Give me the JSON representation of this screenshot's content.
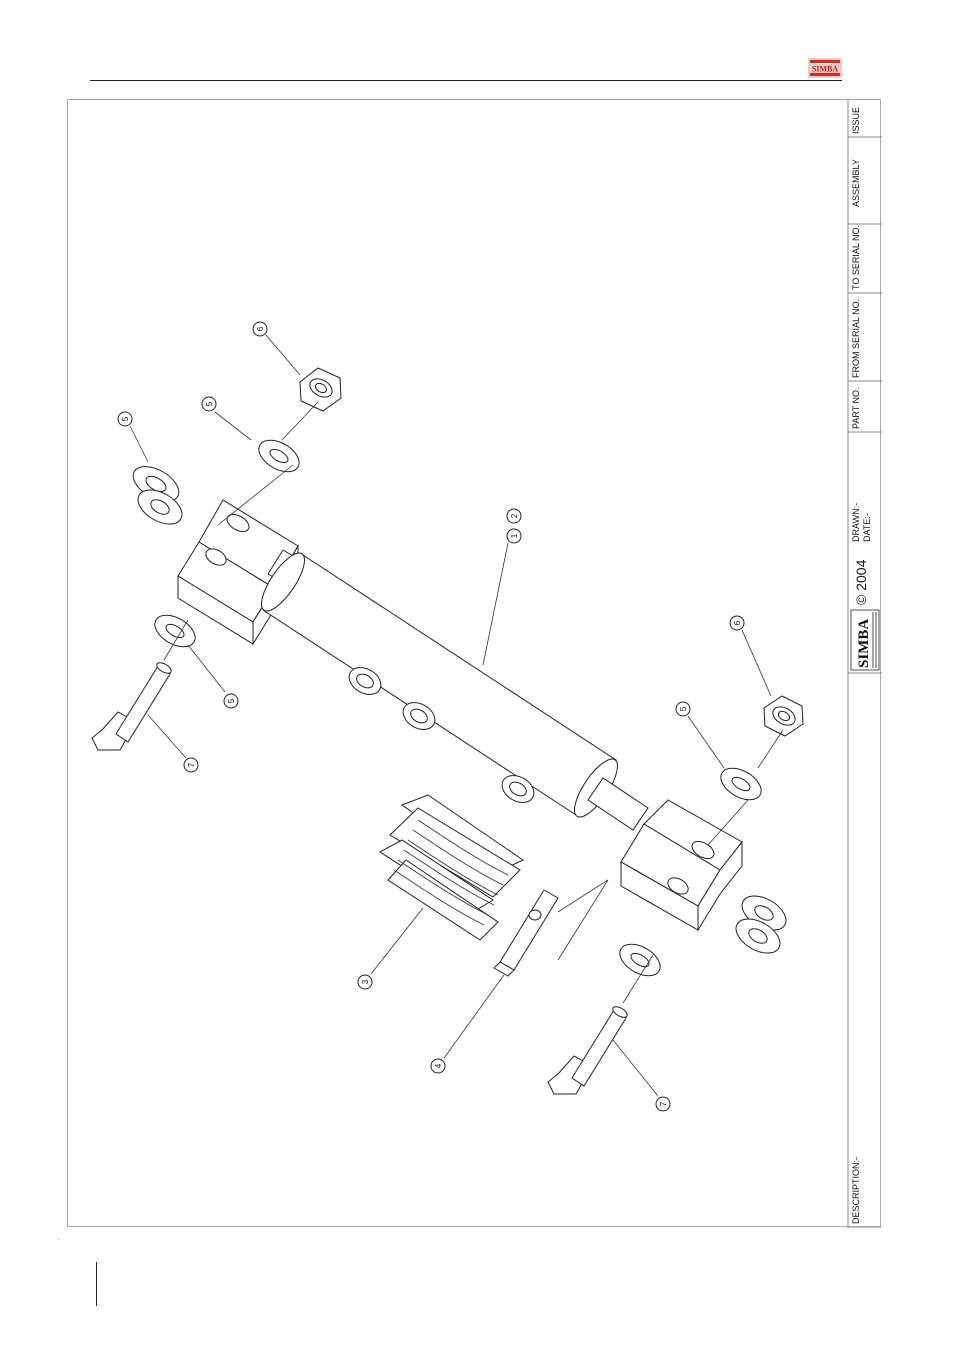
{
  "header": {
    "logo_text": "SIMBA"
  },
  "footer": {
    "mark": "."
  },
  "title_block": {
    "issue_label": "ISSUE",
    "assembly_label": "ASSEMBLY",
    "to_serial_label": "TO SERIAL NO.",
    "from_serial_label": "FROM SERIAL NO.",
    "part_no_label": "PART NO.",
    "drawn_label": "DRAWN:-",
    "date_label": "DATE:-",
    "copyright": "© 2004",
    "logo_text": "SIMBA",
    "description_label": "DESCRIPTION:-"
  },
  "callouts": {
    "c1": "1",
    "c2": "2",
    "c3": "3",
    "c4": "4",
    "c5a": "5",
    "c5b": "5",
    "c5c": "5",
    "c5d": "5",
    "c6a": "6",
    "c6b": "6",
    "c7a": "7",
    "c7b": "7"
  },
  "colors": {
    "logo_red": "#c8302a",
    "line": "#222222"
  }
}
